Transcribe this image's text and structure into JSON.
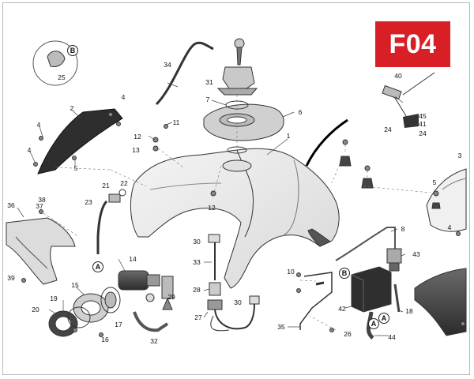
{
  "diagram_code": "F04",
  "callouts": [
    "1",
    "2",
    "4",
    "4",
    "4",
    "5",
    "6",
    "7",
    "8",
    "10",
    "11",
    "12",
    "12",
    "13",
    "14",
    "15",
    "16",
    "17",
    "18",
    "19",
    "20",
    "21",
    "22",
    "23",
    "24",
    "24",
    "25",
    "26",
    "27",
    "28",
    "29",
    "30",
    "30",
    "31",
    "32",
    "33",
    "34",
    "35",
    "36",
    "37",
    "38",
    "39",
    "40",
    "41",
    "42",
    "43",
    "44",
    "45",
    "3",
    "5",
    "4"
  ],
  "refs": [
    "A",
    "A",
    "B",
    "B",
    "A"
  ],
  "colors": {
    "badge": "#d81f26",
    "line": "#333333",
    "frame": "#b9b9b9",
    "shade": "#dcdcdc"
  }
}
